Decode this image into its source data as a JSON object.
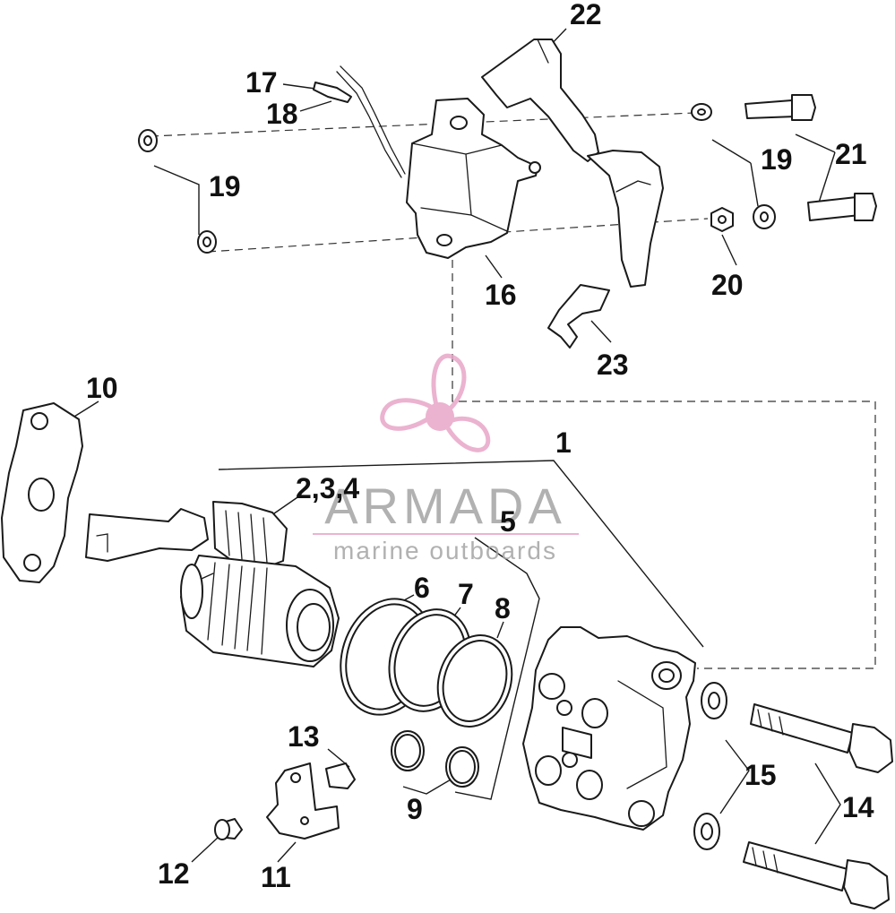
{
  "callouts": [
    {
      "id": "22",
      "text": "22"
    },
    {
      "id": "17",
      "text": "17"
    },
    {
      "id": "18",
      "text": "18"
    },
    {
      "id": "19a",
      "text": "19"
    },
    {
      "id": "19b",
      "text": "19"
    },
    {
      "id": "21",
      "text": "21"
    },
    {
      "id": "20",
      "text": "20"
    },
    {
      "id": "16",
      "text": "16"
    },
    {
      "id": "23",
      "text": "23"
    },
    {
      "id": "10",
      "text": "10"
    },
    {
      "id": "1",
      "text": "1"
    },
    {
      "id": "234",
      "text": "2,3,4"
    },
    {
      "id": "5",
      "text": "5"
    },
    {
      "id": "6",
      "text": "6"
    },
    {
      "id": "7",
      "text": "7"
    },
    {
      "id": "8",
      "text": "8"
    },
    {
      "id": "13",
      "text": "13"
    },
    {
      "id": "15",
      "text": "15"
    },
    {
      "id": "14",
      "text": "14"
    },
    {
      "id": "9",
      "text": "9"
    },
    {
      "id": "12",
      "text": "12"
    },
    {
      "id": "11",
      "text": "11"
    }
  ],
  "watermark": {
    "brand": "ARMADA",
    "tagline": "marine outboards",
    "color": "#e8a6c8",
    "text_color": "#a4a4a4"
  },
  "colors": {
    "line": "#1a1a1a",
    "background": "#ffffff"
  }
}
